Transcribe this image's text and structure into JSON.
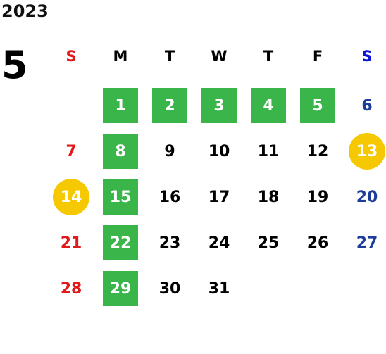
{
  "calendar": {
    "year": "2023",
    "month": "5",
    "colors": {
      "sunday": "#e01a1a",
      "saturday_header": "#0a14d8",
      "saturday": "#1c3e9a",
      "weekday": "#000000",
      "green_highlight": "#3ab54a",
      "holiday_circle": "#f5c800",
      "highlight_text": "#ffffff"
    },
    "weekdays": [
      {
        "label": "S",
        "type": "sunday"
      },
      {
        "label": "M",
        "type": "weekday"
      },
      {
        "label": "T",
        "type": "weekday"
      },
      {
        "label": "W",
        "type": "weekday"
      },
      {
        "label": "T",
        "type": "weekday"
      },
      {
        "label": "F",
        "type": "weekday"
      },
      {
        "label": "S",
        "type": "saturday_header"
      }
    ],
    "weeks": [
      [
        {
          "day": ""
        },
        {
          "day": "1",
          "highlight": "green"
        },
        {
          "day": "2",
          "highlight": "green"
        },
        {
          "day": "3",
          "highlight": "green"
        },
        {
          "day": "4",
          "highlight": "green"
        },
        {
          "day": "5",
          "highlight": "green"
        },
        {
          "day": "6"
        }
      ],
      [
        {
          "day": "7"
        },
        {
          "day": "8",
          "highlight": "green"
        },
        {
          "day": "9"
        },
        {
          "day": "10"
        },
        {
          "day": "11"
        },
        {
          "day": "12"
        },
        {
          "day": "13",
          "highlight": "circle"
        }
      ],
      [
        {
          "day": "14",
          "highlight": "circle"
        },
        {
          "day": "15",
          "highlight": "green"
        },
        {
          "day": "16"
        },
        {
          "day": "17"
        },
        {
          "day": "18"
        },
        {
          "day": "19"
        },
        {
          "day": "20"
        }
      ],
      [
        {
          "day": "21"
        },
        {
          "day": "22",
          "highlight": "green"
        },
        {
          "day": "23"
        },
        {
          "day": "24"
        },
        {
          "day": "25"
        },
        {
          "day": "26"
        },
        {
          "day": "27"
        }
      ],
      [
        {
          "day": "28"
        },
        {
          "day": "29",
          "highlight": "green"
        },
        {
          "day": "30"
        },
        {
          "day": "31"
        },
        {
          "day": ""
        },
        {
          "day": ""
        },
        {
          "day": ""
        }
      ]
    ]
  }
}
